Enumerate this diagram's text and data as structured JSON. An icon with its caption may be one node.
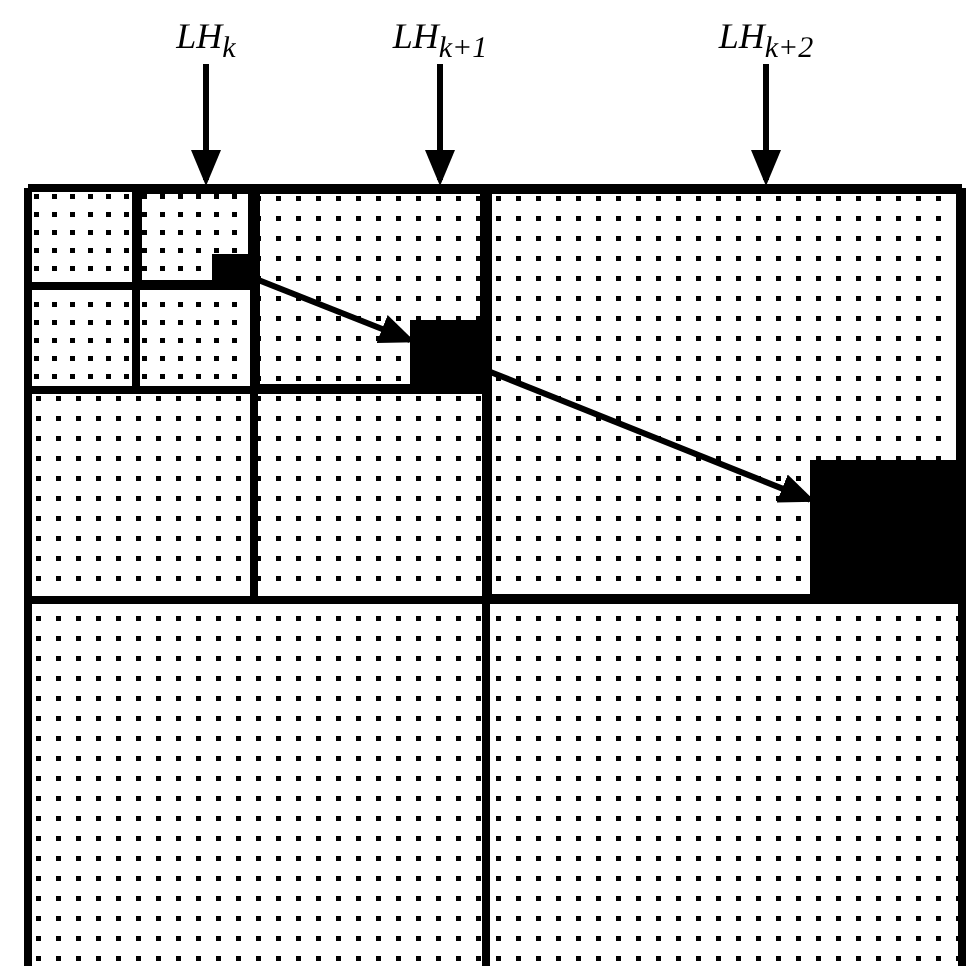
{
  "diagram": {
    "nodes": [
      {
        "text": [
          "LH$_{k}$"
        ]
      },
      {
        "text": [
          "LH$_{k+1}$"
        ]
      },
      {
        "text": [
          "LH$_{k+2}$"
        ]
      },
      {
        "text": [],
        "shape": "box"
      },
      {
        "text": [],
        "shape": "box"
      },
      {
        "text": [],
        "shape": "box"
      },
      {
        "text": [],
        "shape": "box",
        "in": 3
      },
      {
        "text": [],
        "shape": "box",
        "in": 4
      },
      {
        "text": [],
        "shape": "box",
        "in": 5
      }
    ],
    "edges": [
      {
        "from": 0,
        "to": 3,
        "arrow": "to"
      },
      {
        "from": 1,
        "to": 4,
        "arrow": "to"
      },
      {
        "from": 2,
        "to": 5,
        "arrow": "to"
      },
      {
        "from": 6,
        "to": 7,
        "arrow": "to"
      },
      {
        "from": 7,
        "to": 8,
        "arrow": "to"
      }
    ]
  }
}
